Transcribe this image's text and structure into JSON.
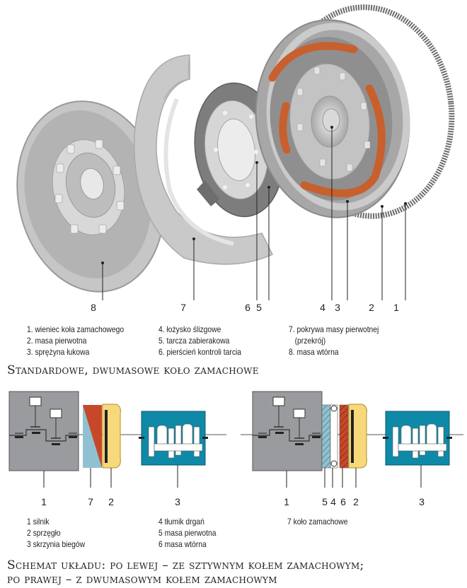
{
  "top_figure": {
    "callout_numbers": [
      "8",
      "7",
      "6",
      "5",
      "4",
      "3",
      "2",
      "1"
    ],
    "legend": {
      "col1": [
        "1. wieniec koła zamachowego",
        "2. masa pierwotna",
        "3. sprężyna łukowa"
      ],
      "col2": [
        "4. łożysko ślizgowe",
        "5. tarcza zabierakowa",
        "6. pierścień kontroli tarcia"
      ],
      "col3": [
        "7. pokrywa masy pierwotnej",
        "(przekrój)",
        "8. masa wtórna"
      ]
    },
    "caption": "Standardowe, dwumasowe koło zamachowe"
  },
  "bottom_figure": {
    "left_callouts": [
      "1",
      "7",
      "2",
      "3"
    ],
    "right_callouts": [
      "1",
      "5",
      "4",
      "6",
      "2",
      "3"
    ],
    "legend": {
      "col1": [
        "1 silnik",
        "2 sprzęgło",
        "3 skrzynia biegów"
      ],
      "col2": [
        "4 tłumik drgań",
        "5 masa pierwotna",
        "6 masa wtórna"
      ],
      "col3": [
        "7 koło zamachowe"
      ]
    },
    "caption_line1": "Schemat układu: po lewej – ze sztywnym kołem zamachowym;",
    "caption_line2": "po prawej – z dwumasowym kołem zamachowym"
  },
  "colors": {
    "engine_gray": "#9a9b9e",
    "gearbox_teal": "#0e8aa8",
    "clutch_yellow": "#f7d87a",
    "flywheel_red": "#c8472a",
    "flywheel_blue": "#8fc1d0",
    "spring_orange": "#c8602e"
  }
}
